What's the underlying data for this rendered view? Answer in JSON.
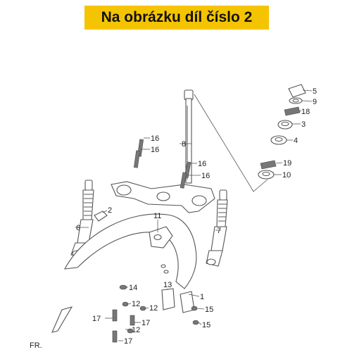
{
  "banner": {
    "text": "Na obrázku díl číslo 2",
    "color": "#f5c400"
  },
  "front_marker": "FR.",
  "callouts": {
    "c5": "5",
    "c9": "9",
    "c18": "18",
    "c3": "3",
    "c4": "4",
    "c19": "19",
    "c10": "10",
    "c8": "8",
    "c16a": "16",
    "c16b": "16",
    "c16c": "16",
    "c16d": "16",
    "c2": "2",
    "c6": "6",
    "c11": "11",
    "c7": "7",
    "c14": "14",
    "c13": "13",
    "c1": "1",
    "c12a": "12",
    "c12b": "12",
    "c12c": "12",
    "c17a": "17",
    "c17b": "17",
    "c17c": "17",
    "c15a": "15",
    "c15b": "15"
  }
}
